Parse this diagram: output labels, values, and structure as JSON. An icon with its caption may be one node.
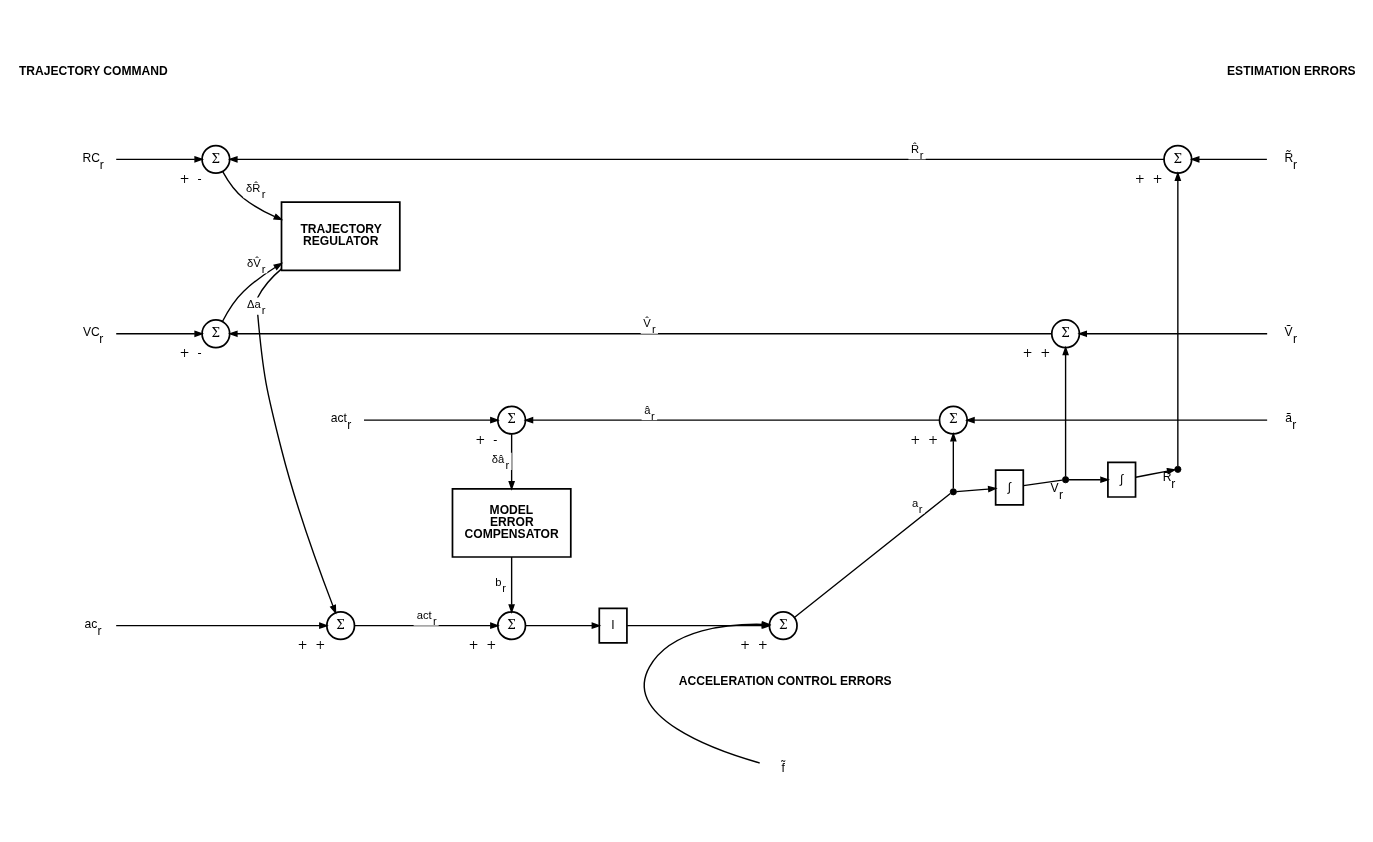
{
  "diagram": {
    "nodes": [
      {
        "text": [
          "RC$_{r}$"
        ]
      },
      {
        "text": [
          "Σ"
        ],
        "beside": [
          "+",
          "-"
        ]
      },
      {
        "text": [
          "VC$_{r}$"
        ]
      },
      {
        "text": [
          "Σ"
        ],
        "beside": [
          "+",
          "-"
        ]
      },
      {
        "text": [
          "act$_{r}$"
        ]
      },
      {
        "text": [
          "Σ"
        ],
        "beside": [
          "+",
          "-"
        ]
      },
      {
        "text": [
          "Σ"
        ],
        "beside": [
          "+",
          "+"
        ]
      },
      {
        "text": [
          "Σ"
        ],
        "beside": [
          "+",
          "+"
        ]
      },
      {
        "text": [
          "Σ"
        ],
        "beside": [
          "+",
          "+"
        ]
      },
      {
        "text": [
          "R̃$_{r}$"
        ]
      },
      {
        "text": [
          "Ṽ$_{r}$"
        ]
      },
      {
        "text": [
          "ã$_{r}$"
        ]
      },
      {
        "text": [
          "TRAJECTORY REGULATOR"
        ]
      },
      {
        "text": [
          "MODEL ERROR COMPENSATOR"
        ]
      },
      {
        "text": [
          "ac$_{r}$"
        ]
      },
      {
        "text": [
          "Σ"
        ],
        "beside": [
          "+",
          "+"
        ]
      },
      {
        "text": [
          "Σ"
        ],
        "beside": [
          "+",
          "+"
        ]
      },
      {
        "text": [
          "I"
        ]
      },
      {
        "text": [
          "Σ"
        ],
        "beside": [
          "+",
          "+"
        ]
      },
      {
        "text": [],
        "shape": "dot"
      },
      {
        "text": [
          "∫"
        ]
      },
      {
        "text": [],
        "shape": "dot",
        "beside": [
          "V$_{r}$"
        ]
      },
      {
        "text": [
          "∫"
        ]
      },
      {
        "text": [],
        "shape": "dot",
        "beside": [
          "R$_{r}$"
        ]
      },
      {
        "text": [
          "f̃"
        ]
      }
    ],
    "edges": [
      {
        "from": 0,
        "to": 1,
        "arrow": "to"
      },
      {
        "from": 8,
        "to": 1,
        "arrow": "to",
        "label": "R̂$_{r}$"
      },
      {
        "from": 2,
        "to": 3,
        "arrow": "to"
      },
      {
        "from": 7,
        "to": 3,
        "arrow": "to",
        "label": "V̂$_{r}$"
      },
      {
        "from": 4,
        "to": 5,
        "arrow": "to"
      },
      {
        "from": 6,
        "to": 5,
        "arrow": "to",
        "label": "â$_{r}$"
      },
      {
        "from": 9,
        "to": 8,
        "arrow": "to"
      },
      {
        "from": 10,
        "to": 7,
        "arrow": "to"
      },
      {
        "from": 11,
        "to": 6,
        "arrow": "to"
      },
      {
        "from": 1,
        "to": 12,
        "arrow": "to",
        "label": "δR̂$_{r}$"
      },
      {
        "from": 3,
        "to": 12,
        "arrow": "to",
        "label": "δV̂$_{r}$"
      },
      {
        "from": 5,
        "to": 13,
        "arrow": "to",
        "label": "δâ$_{r}$"
      },
      {
        "from": 12,
        "to": 15,
        "arrow": "to",
        "label": "Δa$_{r}$"
      },
      {
        "from": 13,
        "to": 16,
        "arrow": "to",
        "label": "b$_{r}$"
      },
      {
        "from": 14,
        "to": 15,
        "arrow": "to"
      },
      {
        "from": 15,
        "to": 16,
        "arrow": "to",
        "label": "act$_{r}$"
      },
      {
        "from": 16,
        "to": 17,
        "arrow": "to"
      },
      {
        "from": 17,
        "to": 18,
        "arrow": "to"
      },
      {
        "from": 24,
        "to": 18,
        "arrow": "to"
      },
      {
        "from": 18,
        "to": 19,
        "arrow": "none",
        "label": "a$_{r}$"
      },
      {
        "from": 19,
        "to": 20,
        "arrow": "to"
      },
      {
        "from": 20,
        "to": 21,
        "arrow": "none"
      },
      {
        "from": 21,
        "to": 22,
        "arrow": "to"
      },
      {
        "from": 22,
        "to": 23,
        "arrow": "to"
      },
      {
        "from": 19,
        "to": 6,
        "arrow": "to"
      },
      {
        "from": 21,
        "to": 7,
        "arrow": "to"
      },
      {
        "from": 23,
        "to": 8,
        "arrow": "to"
      }
    ],
    "labels": [
      "TRAJECTORY COMMAND",
      "ESTIMATION ERRORS",
      "ACCELERATION CONTROL ERRORS"
    ]
  }
}
